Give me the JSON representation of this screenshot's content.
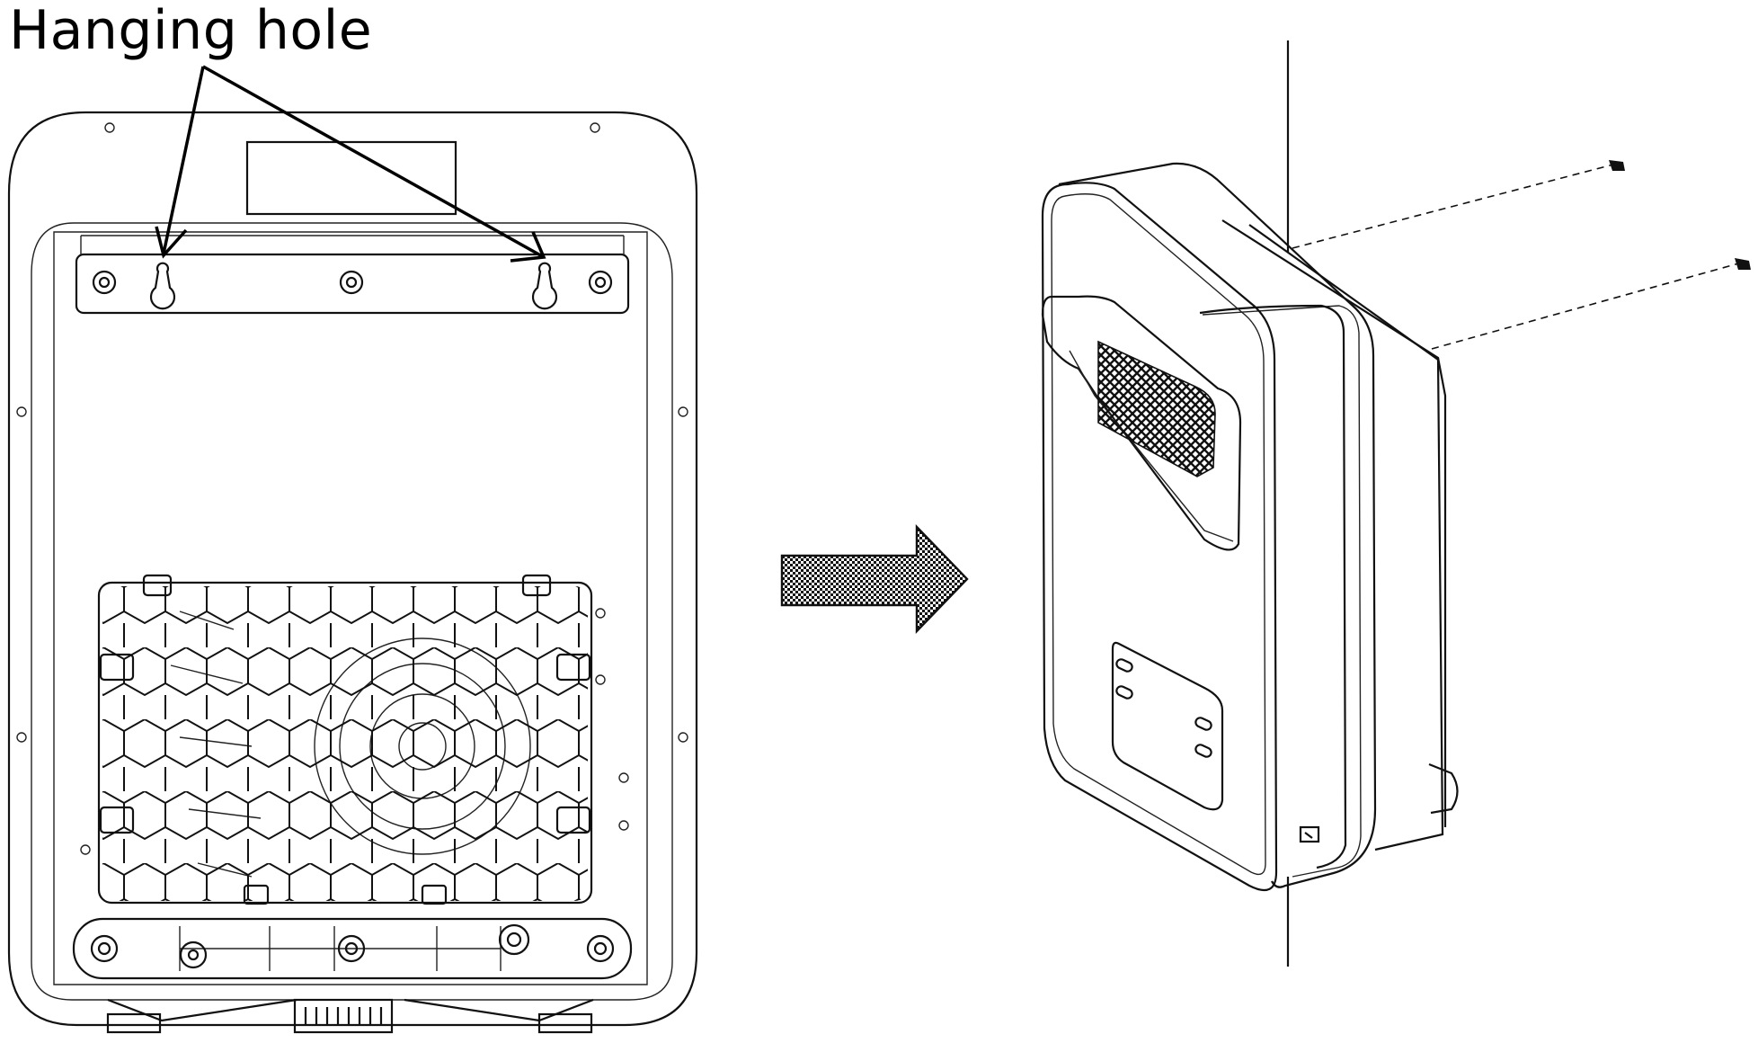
{
  "annotation": {
    "text": "Hanging hole"
  },
  "colors": {
    "line": "#111111",
    "background": "#ffffff",
    "arrow_fill": "#bbbbbb"
  },
  "figures": {
    "left": "heater-back-view",
    "middle": "direction-arrow",
    "right": "heater-mounted-on-wall"
  }
}
